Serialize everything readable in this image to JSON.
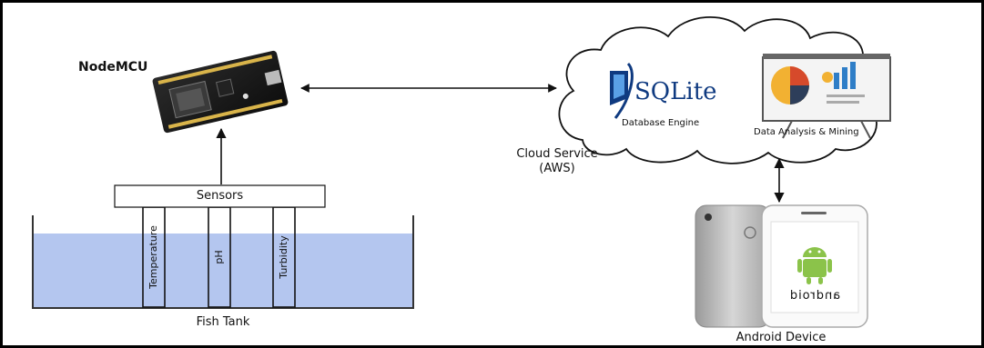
{
  "nodemcu": {
    "label": "NodeMCU"
  },
  "sensors": {
    "label": "Sensors"
  },
  "probes": [
    {
      "label": "Temperature"
    },
    {
      "label": "pH"
    },
    {
      "label": "Turbidity"
    }
  ],
  "tank": {
    "label": "Fish Tank"
  },
  "cloud": {
    "label_line1": "Cloud Service",
    "label_line2": "(AWS)",
    "sqlite_logo": "SQLite",
    "db_caption": "Database Engine",
    "analysis_caption": "Data Analysis & Mining"
  },
  "android": {
    "label": "Android Device",
    "wordmark": "android"
  },
  "colors": {
    "water": "#b4c6ef",
    "tank_border": "#333333",
    "sqlite_blue": "#0f3a80",
    "android_green": "#8bc34a"
  }
}
